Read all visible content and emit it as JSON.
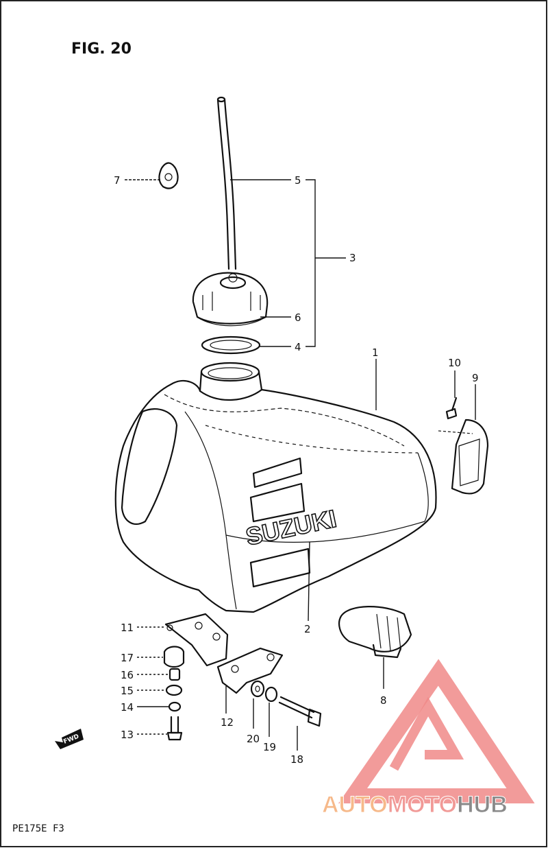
{
  "figure": {
    "title": "FIG. 20",
    "footer_code": "PE175E  F3",
    "fwd_label": "FWD",
    "tank_brand": "SUZUKI"
  },
  "callouts": [
    {
      "id": "1",
      "text": "1"
    },
    {
      "id": "2",
      "text": "2"
    },
    {
      "id": "3",
      "text": "3"
    },
    {
      "id": "4",
      "text": "4"
    },
    {
      "id": "5",
      "text": "5"
    },
    {
      "id": "6",
      "text": "6"
    },
    {
      "id": "7",
      "text": "7"
    },
    {
      "id": "8",
      "text": "8"
    },
    {
      "id": "9",
      "text": "9"
    },
    {
      "id": "10",
      "text": "10"
    },
    {
      "id": "11",
      "text": "11"
    },
    {
      "id": "12",
      "text": "12"
    },
    {
      "id": "13",
      "text": "13"
    },
    {
      "id": "14",
      "text": "14"
    },
    {
      "id": "15",
      "text": "15"
    },
    {
      "id": "16",
      "text": "16"
    },
    {
      "id": "17",
      "text": "17"
    },
    {
      "id": "18",
      "text": "18"
    },
    {
      "id": "19",
      "text": "19"
    },
    {
      "id": "20",
      "text": "20"
    }
  ],
  "watermark": {
    "part1": "AUTO",
    "part2": "MOTO",
    "part3": "HUB",
    "color_auto": "#f6b98a",
    "color_moto": "#f19a97",
    "color_hub": "#8a8a8a",
    "logo_color": "#f08a88"
  }
}
